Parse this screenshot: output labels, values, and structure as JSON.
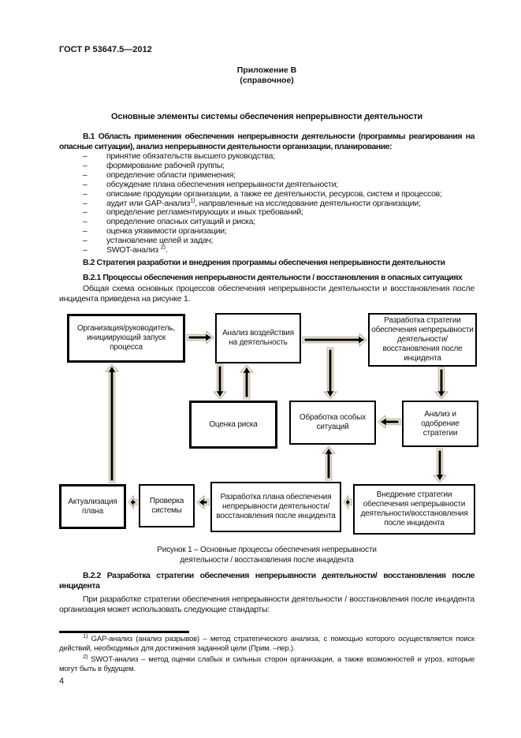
{
  "doc": {
    "header": "ГОСТ Р 53647.5—2012",
    "annex_line1": "Приложение В",
    "annex_line2": "(справочное)",
    "title": "Основные элементы системы обеспечения непрерывности деятельности",
    "page_number": "4"
  },
  "section_b1": {
    "heading": "В.1 Область применения обеспечения непрерывности деятельности (программы реагирования на опасные ситуации), анализ непрерывности деятельности организации, планирование:",
    "list_dash": "–",
    "items": [
      {
        "text": "принятие обязательств высшего руководства;"
      },
      {
        "text": "формирование рабочей группы;"
      },
      {
        "text": "определение области применения;"
      },
      {
        "text": "обсуждение плана обеспечения непрерывности деятельности;"
      },
      {
        "text": "описание продукции организации, а также ее деятельности, ресурсов, систем и процессов;"
      },
      {
        "pre": "аудит или GAP-анализ",
        "sup": "1)",
        "post": ", направленные на исследование деятельности организации;"
      },
      {
        "text": "определение регламентирующих и иных требований;"
      },
      {
        "text": "определение опасных ситуаций и риска;"
      },
      {
        "text": "оценка уязвимости организации;"
      },
      {
        "text": "установление целей и задач;"
      },
      {
        "pre": "SWOT-анализ ",
        "sup": "2)",
        "post": "."
      }
    ]
  },
  "section_b2": {
    "heading": "В.2 Стратегия разработки и внедрения программы обеспечения непрерывности деятельности",
    "sub_heading": "В.2.1 Процессы обеспечения непрерывности деятельности / восстановления в опасных ситуациях",
    "paragraph": "Общая схема основных процессов обеспечения непрерывности деятельности и восстановления после инцидента приведена на рисунке 1."
  },
  "figure": {
    "boxes": {
      "initiator": "Организация/руководитель, инициирующий запуск процесса",
      "impact_analysis": "Анализ воздействия на деятельность",
      "strategy_dev": "Разработка стратегии обеспечения непрерывности деятельности/восстановления после инцидента",
      "risk_assessment": "Оценка риска",
      "special_situations": "Обработка особых ситуаций",
      "strategy_approval": "Анализ и одобрение стратегии",
      "plan_update": "Актуализация плана",
      "system_check": "Проверка системы",
      "plan_dev": "Разработка плана обеспечения непрерывности деятельности/восстановления после инцидента",
      "strategy_impl": "Внедрение стратегии обеспечения непрерывности деятельности/восстановления после инцидента"
    },
    "caption_line1": "Рисунок 1 – Основные процессы обеспечения непрерывности",
    "caption_line2": "деятельности / восстановления после инцидента",
    "arrow_fill": "#f3eedd",
    "arrow_stroke": "#b5ae98",
    "arrow_inner": "#000000"
  },
  "section_b22": {
    "heading": "В.2.2 Разработка стратегии обеспечения непрерывности деятельности/ восстановления после инцидента",
    "paragraph": "При разработке стратегии обеспечения непрерывности деятельности / восстановления после инцидента организация может использовать следующие стандарты:"
  },
  "footnotes": [
    {
      "sup": "1)",
      "text": " GAP-анализ (анализ разрывов) – метод стратегического анализа, с помощью которого осуществляется поиск действий, необходимых для достижения заданной цели (Прим. –пер.)."
    },
    {
      "sup": "2)",
      "text": " SWOT-анализ – метод оценки слабых и сильных сторон организации, а также возможностей и угроз, которые могут быть в будущем."
    }
  ]
}
